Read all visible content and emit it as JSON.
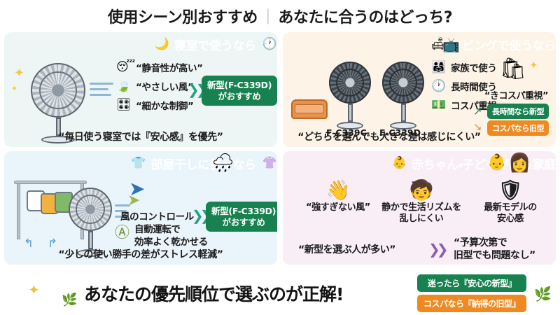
{
  "header": {
    "title_left": "使用シーン別おすすめ",
    "separator": "｜",
    "title_right": "あなたに合うのはどっち?"
  },
  "panels": {
    "bedroom": {
      "header_title": "寝室で使うなら",
      "icon_left": "moon-icon",
      "icon_left_glyph": "🌙",
      "icon_right": "clock-icon",
      "icon_right_glyph": "🕐",
      "header_color": "#1f8383",
      "bg_color": "#edf6f4",
      "features": [
        {
          "icon": "sleeping-person-icon",
          "glyph": "😴",
          "text": "“静音性が高い”"
        },
        {
          "icon": "gentle-breeze-icon",
          "glyph": "🍃",
          "text": "“やさしい風” "
        },
        {
          "icon": "control-panel-icon",
          "glyph": "🎛",
          "text": "“細かな制御”"
        }
      ],
      "recommendation": {
        "line1": "新型(F-C339D)",
        "line2": "がおすすめ",
        "color": "#17824f"
      },
      "quote": "“毎日使う寝室では『安心感』を優先”"
    },
    "living": {
      "header_title": "リビングで使うなら",
      "icon_left": "sofa-icon",
      "icon_left_glyph": "🛋",
      "icon_right": "tv-icon",
      "icon_right_glyph": "📺",
      "header_color": "#f08c2e",
      "bg_color": "#fdf3e7",
      "models": [
        {
          "label": "F-C339C"
        },
        {
          "label": "F-C339D"
        }
      ],
      "features": [
        {
          "icon": "family-icon",
          "glyph": "👨‍👩‍👧",
          "text": "家族で使う"
        },
        {
          "icon": "clock-icon",
          "glyph": "🕐",
          "text": "長時間使う"
        },
        {
          "icon": "money-icon",
          "glyph": "💵",
          "text": "コスパ重視"
        }
      ],
      "costbag": {
        "icon": "shopping-bag-icon",
        "glyph": "🛍",
        "text": "“きコスパ重視”"
      },
      "pills": [
        {
          "text": "長時間なら新型",
          "color": "#17824f",
          "arrow": "↗"
        },
        {
          "text": "コスパなら旧型",
          "color": "#ef8a23",
          "arrow": "↘"
        }
      ],
      "quote": "“どちらを選んでも大きな差は感じにくい”"
    },
    "laundry": {
      "header_title": "部屋干しに使うなら",
      "icon_left": "hanger-shirt-icon",
      "icon_left_glyph": "👕",
      "icon_right": "two-shirts-icon",
      "icon_right_glyph": "👚",
      "icon_outside": "rain-cloud-icon",
      "icon_outside_glyph": "🌧",
      "header_color": "#3aa1e8",
      "bg_color": "#eaf4fb",
      "features": [
        {
          "icon": "wind-control-icon",
          "glyph": "",
          "text": "風のコントロール"
        },
        {
          "icon": "auto-mode-icon",
          "glyph": "Ⓐ",
          "text_line1": "自動運転で",
          "text_line2": "効率よく乾かせる"
        }
      ],
      "recommendation": {
        "line1": "新型(F-C339D)",
        "line2": "がおすすめ",
        "color": "#17824f"
      },
      "quote": "“少しの使い勝手の差がストレス軽減”"
    },
    "baby": {
      "header_title": "赤ちゃん・子どもがいる家庭",
      "icon_left": "baby-face-icon",
      "icon_left_glyph": "👶",
      "icon_right": "baby-icon",
      "icon_right_glyph": "👶",
      "icon_right2": "mother-icon",
      "icon_right2_glyph": "👩",
      "header_color": "#8e3a9e",
      "bg_color": "#f9eef6",
      "columns": [
        {
          "icon": "waving-hand-icon",
          "glyph": "👋",
          "line1": "“強すぎない風”",
          "line2": ""
        },
        {
          "icon": "child-music-icon",
          "glyph": "🧒",
          "line1": "静かで生活リズムを",
          "line2": "乱しにくい"
        },
        {
          "icon": "shield-check-new-icon",
          "glyph": "🛡",
          "line1": "最新モデルの",
          "line2": "安心感"
        }
      ],
      "bottom_left": "“新型を選ぶ人が多い”",
      "bottom_right_line1": "“予算次第で",
      "bottom_right_line2": "旧型でも問題なし”"
    }
  },
  "footer": {
    "main_text": "あなたの優先順位で選ぶのが正解!",
    "sparkle_icon": "sparkle-icon",
    "leaf_icon": "leaf-icon",
    "sprig_icon": "sprig-icon",
    "badges": [
      {
        "text": "迷ったら『安心の新型』",
        "color": "#17824f"
      },
      {
        "text": "コスパなら『納得の旧型』",
        "color": "#ef8a23"
      }
    ]
  }
}
